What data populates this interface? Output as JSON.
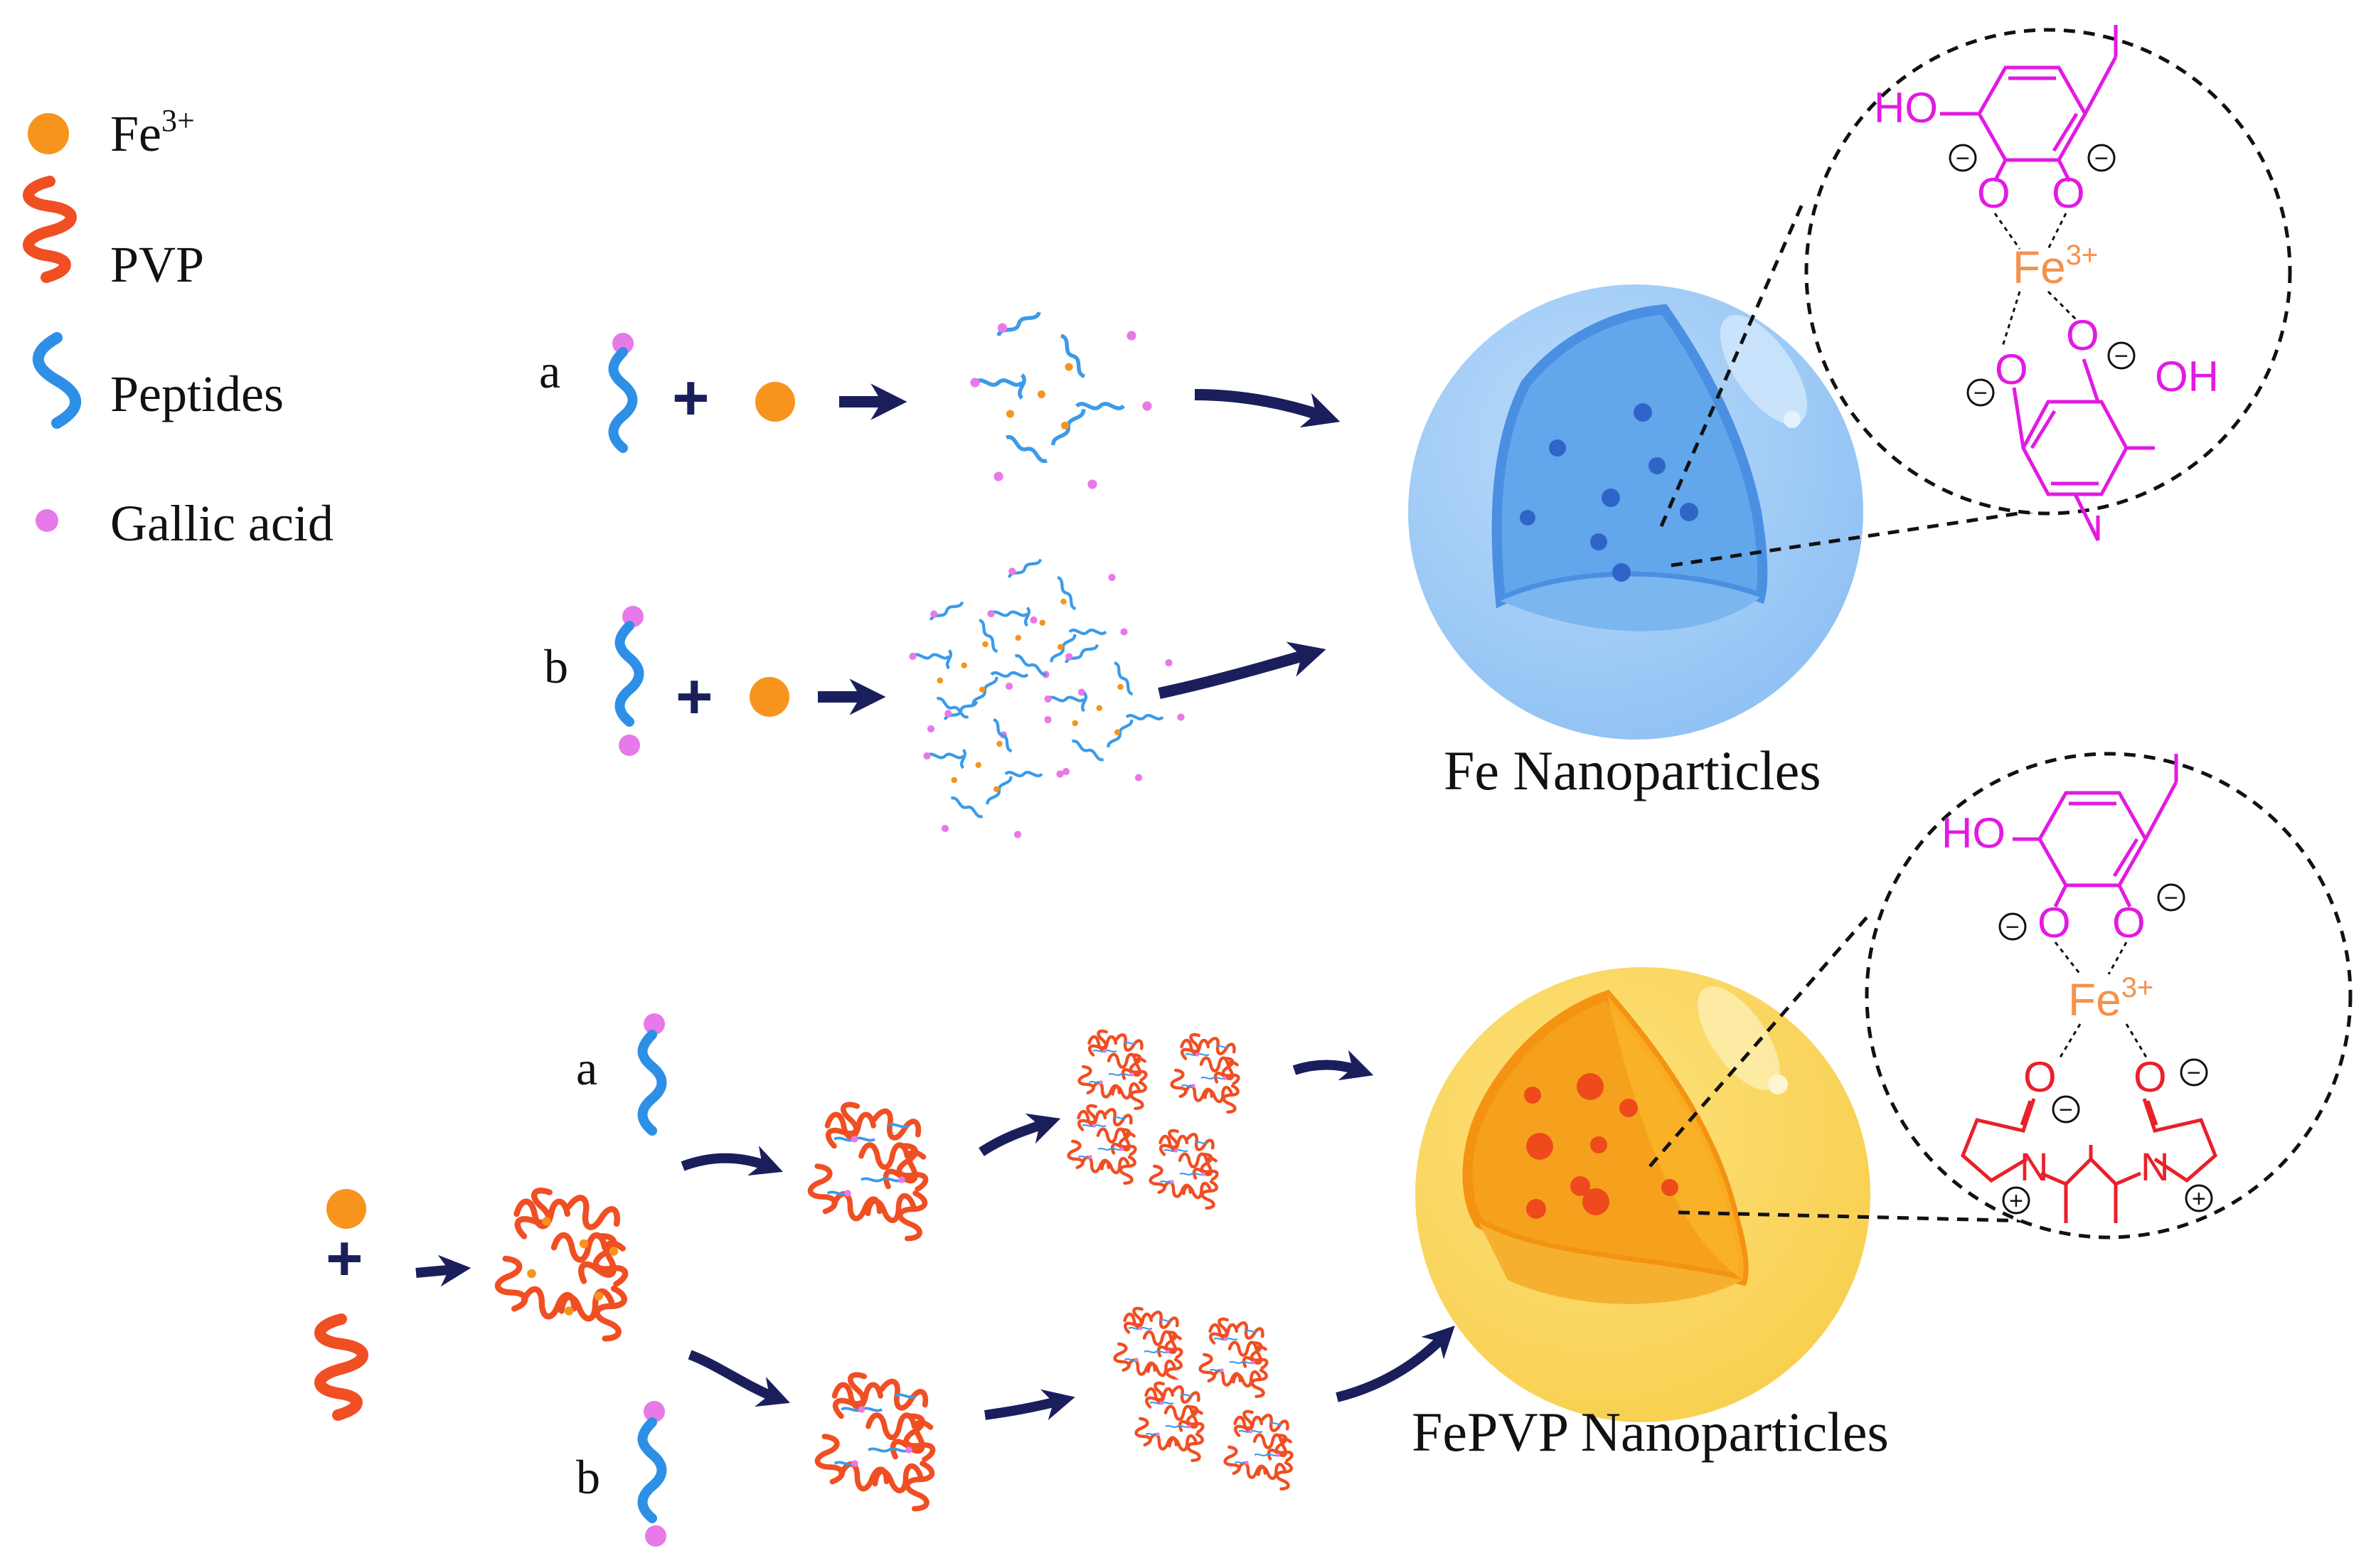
{
  "legend": {
    "items": [
      {
        "key": "fe",
        "label": "Fe",
        "sup": "3+",
        "color": "#f7941d"
      },
      {
        "key": "pvp",
        "label": "PVP",
        "color": "#f04e23"
      },
      {
        "key": "peptides",
        "label": "Peptides",
        "color": "#2e8fe6"
      },
      {
        "key": "gallic",
        "label": "Gallic acid",
        "color": "#e879e8"
      }
    ]
  },
  "top": {
    "route_a": "a",
    "route_b": "b",
    "product_label": "Fe Nanoparticles",
    "sphere_color": "#9ecbf6"
  },
  "bottom": {
    "route_a": "a",
    "route_b": "b",
    "product_label": "FePVP Nanoparticles",
    "sphere_color": "#f9d35c"
  },
  "inset_top": {
    "ho": "HO",
    "oh": "OH",
    "o": "O",
    "fe": "Fe",
    "fe_sup": "3+",
    "minus": "−"
  },
  "inset_bottom": {
    "ho": "HO",
    "o": "O",
    "n": "N",
    "fe": "Fe",
    "fe_sup": "3+",
    "minus": "−",
    "plus": "+"
  },
  "colors": {
    "arrow": "#1a1f5c",
    "gallic_structure": "#e21ae2",
    "fe_text": "#f5914a",
    "pvp_structure": "#e8212a",
    "peptide": "#2e8fe6",
    "pvp": "#f04e23"
  }
}
